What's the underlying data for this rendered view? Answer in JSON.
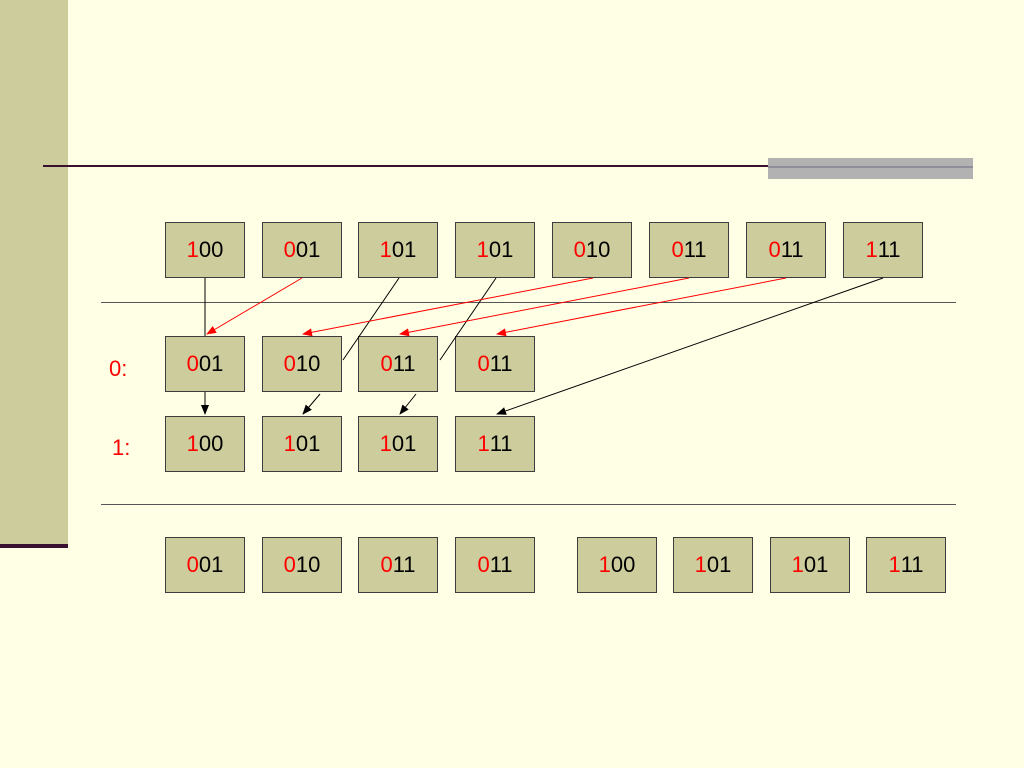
{
  "input_row": [
    {
      "lead": "1",
      "rest": "00"
    },
    {
      "lead": "0",
      "rest": "01"
    },
    {
      "lead": "1",
      "rest": "01"
    },
    {
      "lead": "1",
      "rest": "01"
    },
    {
      "lead": "0",
      "rest": "10"
    },
    {
      "lead": "0",
      "rest": "11"
    },
    {
      "lead": "0",
      "rest": "11"
    },
    {
      "lead": "1",
      "rest": "11"
    }
  ],
  "bucket0": {
    "label": "0:",
    "items": [
      {
        "lead": "0",
        "rest": "01"
      },
      {
        "lead": "0",
        "rest": "10"
      },
      {
        "lead": "0",
        "rest": "11"
      },
      {
        "lead": "0",
        "rest": "11"
      }
    ]
  },
  "bucket1": {
    "label": "1:",
    "items": [
      {
        "lead": "1",
        "rest": "00"
      },
      {
        "lead": "1",
        "rest": "01"
      },
      {
        "lead": "1",
        "rest": "01"
      },
      {
        "lead": "1",
        "rest": "11"
      }
    ]
  },
  "output_row": [
    {
      "lead": "0",
      "rest": "01"
    },
    {
      "lead": "0",
      "rest": "10"
    },
    {
      "lead": "0",
      "rest": "11"
    },
    {
      "lead": "0",
      "rest": "11"
    },
    {
      "lead": "1",
      "rest": "00"
    },
    {
      "lead": "1",
      "rest": "01"
    },
    {
      "lead": "1",
      "rest": "01"
    },
    {
      "lead": "1",
      "rest": "11"
    }
  ],
  "colors": {
    "background": "#ffffe6",
    "box_fill": "#cccc9c",
    "highlight_digit": "#ff0000",
    "arrow_zero": "#ff0000",
    "arrow_one": "#000000"
  }
}
